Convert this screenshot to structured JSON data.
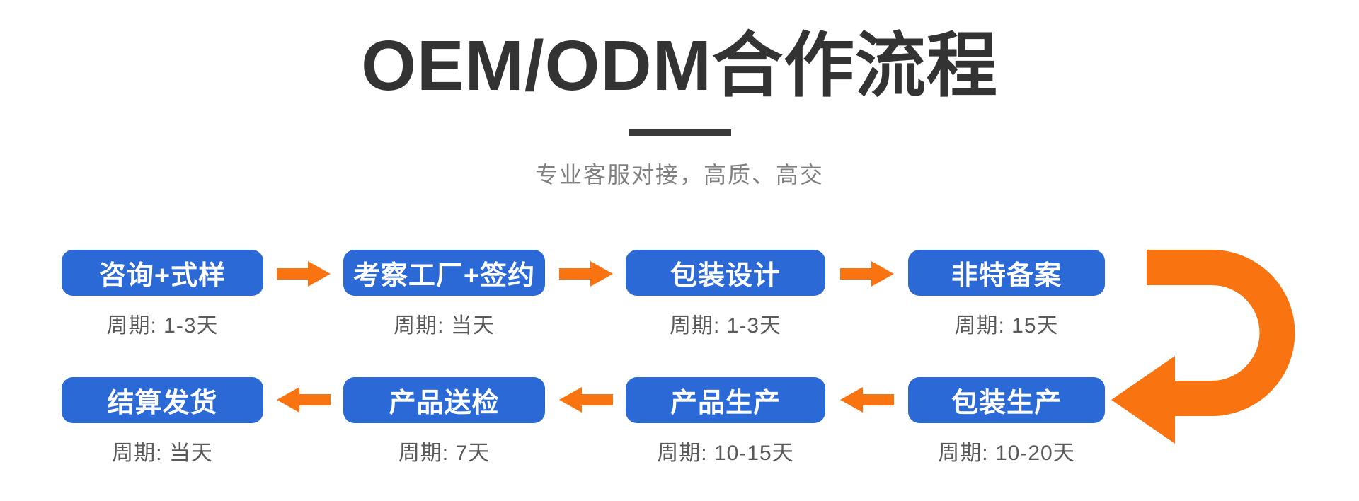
{
  "header": {
    "title": "OEM/ODM合作流程",
    "subtitle": "专业客服对接，高质、高交"
  },
  "flow": {
    "row1": [
      {
        "label": "咨询+式样",
        "cycle": "周期: 1-3天"
      },
      {
        "label": "考察工厂+签约",
        "cycle": "周期: 当天"
      },
      {
        "label": "包装设计",
        "cycle": "周期: 1-3天"
      },
      {
        "label": "非特备案",
        "cycle": "周期: 15天"
      }
    ],
    "row2": [
      {
        "label": "包装生产",
        "cycle": "周期: 10-20天"
      },
      {
        "label": "产品生产",
        "cycle": "周期: 10-15天"
      },
      {
        "label": "产品送检",
        "cycle": "周期: 7天"
      },
      {
        "label": "结算发货",
        "cycle": "周期: 当天"
      }
    ]
  },
  "icons": {
    "arrow_right": "orange-arrow-right",
    "arrow_left": "orange-arrow-left",
    "u_turn_arrow": "orange-u-turn-arrow"
  },
  "colors": {
    "accent_blue": "#2a69d6",
    "accent_orange": "#f97411",
    "title_dark": "#333333",
    "subtitle_gray": "#808080",
    "cycle_gray": "#595959"
  }
}
